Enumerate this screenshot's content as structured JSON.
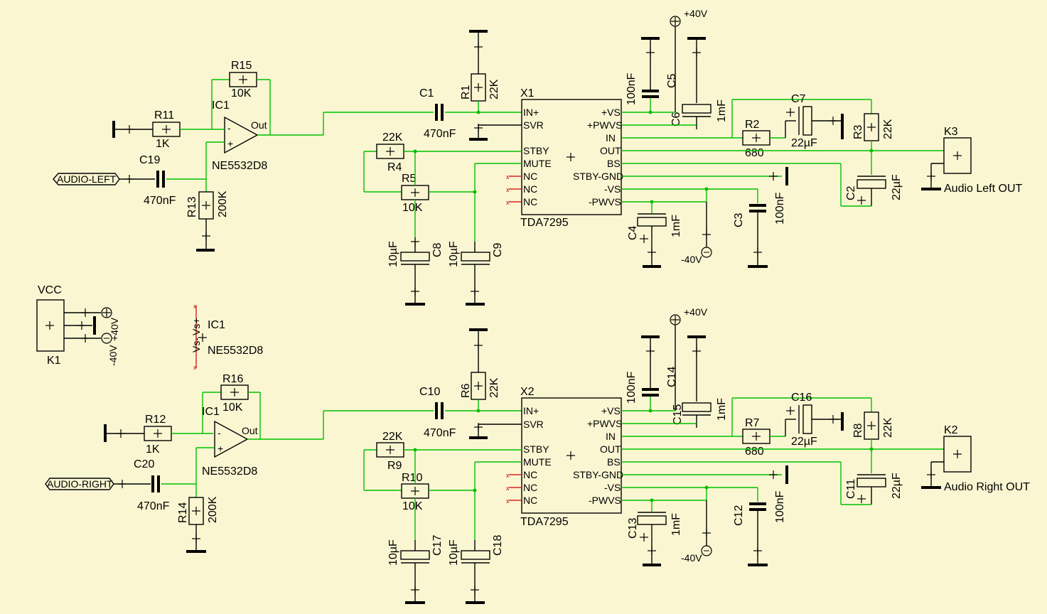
{
  "colors": {
    "background": "#fbf6d2",
    "wire": "#00c000",
    "pin": "#cc0000",
    "symbol": "#000000"
  },
  "icons": {
    "plus_terminal": "circle-plus-icon",
    "minus_terminal": "circle-minus-icon",
    "ground": "ground-bar-icon",
    "cross": "crosshair-icon"
  },
  "nets": {
    "pos40": "+40V",
    "neg40": "-40V",
    "vcc": "VCC",
    "nc_x": "x",
    "audio_left": "AUDIO-LEFT",
    "audio_right": "AUDIO-RIGHT"
  },
  "tda_pins": {
    "in_plus": "IN+",
    "svr": "SVR",
    "stby": "STBY",
    "mute": "MUTE",
    "nc": "NC",
    "vs_plus": "+VS",
    "pwvs_plus": "+PWVS",
    "in": "IN",
    "out": "OUT",
    "bs": "BS",
    "stby_gnd": "STBY-GND",
    "vs_minus": "-VS",
    "pwvs_minus": "-PWVS",
    "part": "TDA7295"
  },
  "opamp": {
    "part": "NE5532D8",
    "out": "Out",
    "ic": "IC1",
    "vs_minus": "Vs-",
    "vs_plus": "Vs+"
  },
  "top": {
    "r15": "R15",
    "r15v": "10K",
    "r11": "R11",
    "r11v": "1K",
    "ic1": "IC1",
    "c19": "C19",
    "c19v": "470nF",
    "r13": "R13",
    "r13v": "200K",
    "c1": "C1",
    "c1v": "470nF",
    "r1": "R1",
    "r1v": "22K",
    "x": "X1",
    "r4v": "22K",
    "r4": "R4",
    "r5": "R5",
    "r5v": "10K",
    "c8": "C8",
    "c8v": "10µF",
    "c9": "C9",
    "c9v": "10µF",
    "c5": "C5",
    "c6": "C6",
    "c100": "100nF",
    "c5v": "1mF",
    "c7": "C7",
    "c7v": "22µF",
    "r2": "R2",
    "r2v": "680",
    "r3": "R3",
    "r3v": "22K",
    "k": "K3",
    "kout": "Audio Left OUT",
    "c2": "C2",
    "c2v": "22µF",
    "c4": "C4",
    "c4v": "1mF",
    "c3": "C3",
    "c3v": "100nF"
  },
  "bottom": {
    "r15": "R16",
    "r15v": "10K",
    "r11": "R12",
    "r11v": "1K",
    "ic1": "IC1",
    "c19": "C20",
    "c19v": "470nF",
    "r13": "R14",
    "r13v": "200K",
    "c1": "C10",
    "c1v": "470nF",
    "r1": "R6",
    "r1v": "22K",
    "x": "X2",
    "r4v": "22K",
    "r4": "R9",
    "r5": "R10",
    "r5v": "10K",
    "c8": "C17",
    "c8v": "10µF",
    "c9": "C18",
    "c9v": "10µF",
    "c5": "C14",
    "c6": "C15",
    "c100": "100nF",
    "c5v": "1mF",
    "c7": "C16",
    "c7v": "22µF",
    "r2": "R7",
    "r2v": "680",
    "r3": "R8",
    "r3v": "22K",
    "k": "K2",
    "kout": "Audio Right OUT",
    "c2": "C11",
    "c2v": "22µF",
    "c4": "C13",
    "c4v": "1mF",
    "c3": "C12",
    "c3v": "100nF"
  },
  "power": {
    "conn": "K1",
    "vcc": "VCC",
    "ic": "IC1",
    "part": "NE5532D8"
  }
}
